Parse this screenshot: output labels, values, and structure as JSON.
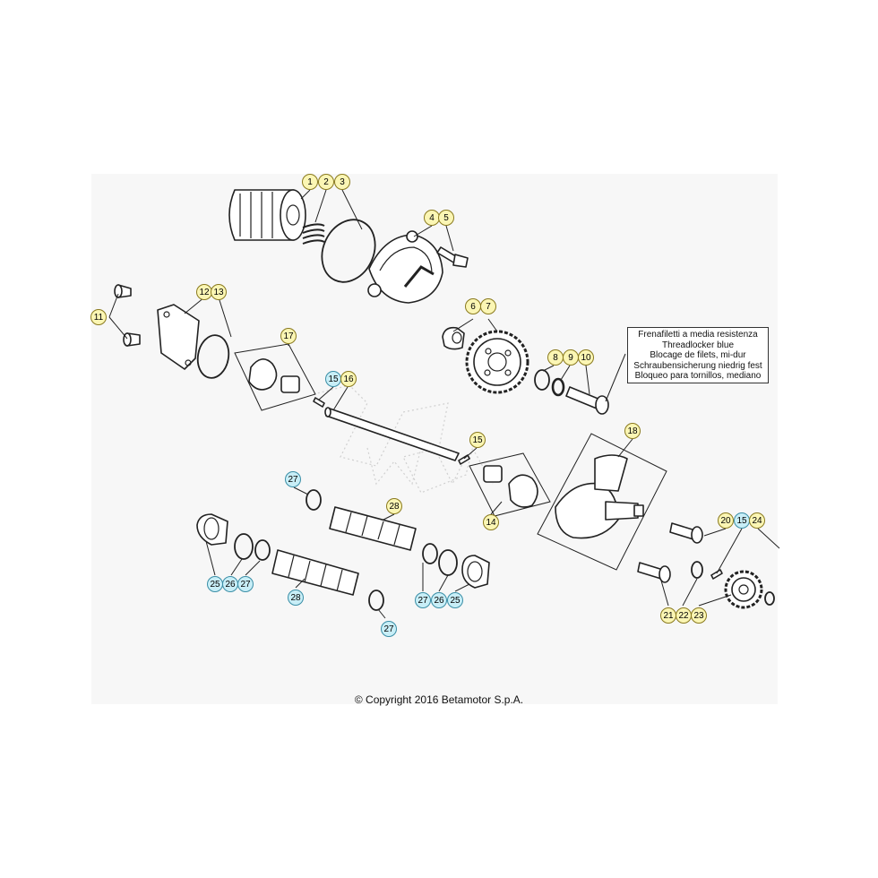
{
  "note": {
    "lines": [
      "Frenafiletti a media resistenza",
      "Threadlocker blue",
      "Blocage de filets, mi-dur",
      "Schraubensicherung niedrig fest",
      "Bloqueo para tornillos, mediano"
    ]
  },
  "copyright": "© Copyright 2016 Betamotor S.p.A.",
  "colors": {
    "callout_yellow": "#fbf6b4",
    "callout_cyan": "#c8eef7",
    "panel_bg": "#f7f7f7"
  },
  "callouts": [
    {
      "id": "c1",
      "label": "1",
      "style": "yellow"
    },
    {
      "id": "c2",
      "label": "2",
      "style": "yellow"
    },
    {
      "id": "c3",
      "label": "3",
      "style": "yellow"
    },
    {
      "id": "c4",
      "label": "4",
      "style": "yellow"
    },
    {
      "id": "c5",
      "label": "5",
      "style": "yellow"
    },
    {
      "id": "c6",
      "label": "6",
      "style": "yellow"
    },
    {
      "id": "c7",
      "label": "7",
      "style": "yellow"
    },
    {
      "id": "c8",
      "label": "8",
      "style": "yellow"
    },
    {
      "id": "c9",
      "label": "9",
      "style": "yellow"
    },
    {
      "id": "c10",
      "label": "10",
      "style": "yellow"
    },
    {
      "id": "c11",
      "label": "11",
      "style": "yellow"
    },
    {
      "id": "c12",
      "label": "12",
      "style": "yellow"
    },
    {
      "id": "c13",
      "label": "13",
      "style": "yellow"
    },
    {
      "id": "c17",
      "label": "17",
      "style": "yellow"
    },
    {
      "id": "c15a",
      "label": "15",
      "style": "cyan"
    },
    {
      "id": "c16",
      "label": "16",
      "style": "yellow"
    },
    {
      "id": "c15b",
      "label": "15",
      "style": "yellow"
    },
    {
      "id": "c18",
      "label": "18",
      "style": "yellow"
    },
    {
      "id": "c14",
      "label": "14",
      "style": "yellow"
    },
    {
      "id": "c27a",
      "label": "27",
      "style": "cyan"
    },
    {
      "id": "c28a",
      "label": "28",
      "style": "yellow"
    },
    {
      "id": "c25a",
      "label": "25",
      "style": "cyan"
    },
    {
      "id": "c26a",
      "label": "26",
      "style": "cyan"
    },
    {
      "id": "c27b",
      "label": "27",
      "style": "cyan"
    },
    {
      "id": "c28b",
      "label": "28",
      "style": "cyan"
    },
    {
      "id": "c27c",
      "label": "27",
      "style": "cyan"
    },
    {
      "id": "c26b",
      "label": "26",
      "style": "cyan"
    },
    {
      "id": "c25b",
      "label": "25",
      "style": "cyan"
    },
    {
      "id": "c27d",
      "label": "27",
      "style": "cyan"
    },
    {
      "id": "c20",
      "label": "20",
      "style": "yellow"
    },
    {
      "id": "c15c",
      "label": "15",
      "style": "cyan"
    },
    {
      "id": "c24",
      "label": "24",
      "style": "yellow"
    },
    {
      "id": "c21",
      "label": "21",
      "style": "yellow"
    },
    {
      "id": "c22",
      "label": "22",
      "style": "yellow"
    },
    {
      "id": "c23",
      "label": "23",
      "style": "yellow"
    }
  ]
}
